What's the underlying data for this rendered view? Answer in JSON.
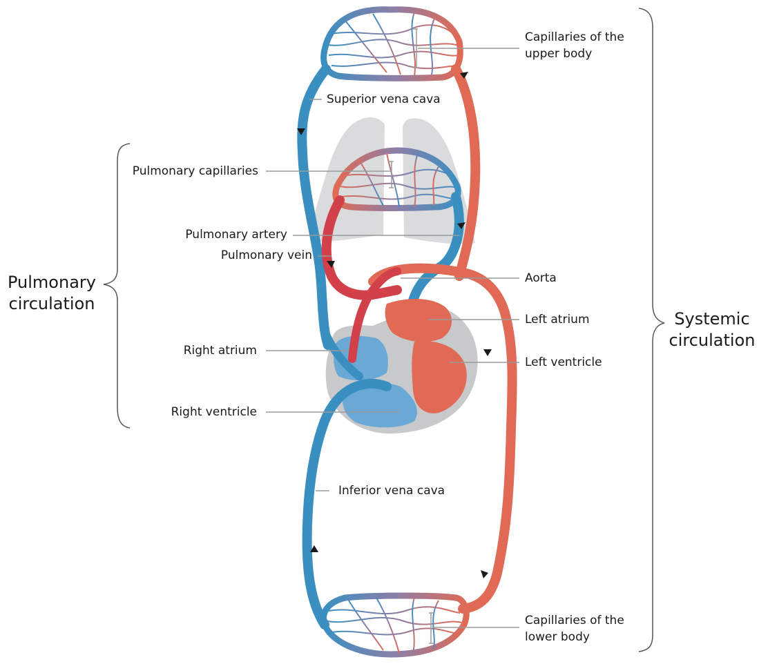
{
  "labels": {
    "capillaries_upper": [
      "Capillaries of the",
      "upper body"
    ],
    "superior_vena_cava": "Superior vena cava",
    "pulmonary_capillaries": "Pulmonary capillaries",
    "pulmonary_artery": "Pulmonary artery",
    "pulmonary_vein": "Pulmonary vein",
    "aorta": "Aorta",
    "left_atrium": "Left atrium",
    "right_atrium": "Right atrium",
    "left_ventricle": "Left ventricle",
    "right_ventricle": "Right ventricle",
    "inferior_vena_cava": "Inferior vena cava",
    "capillaries_lower": [
      "Capillaries of the",
      "lower body"
    ]
  },
  "groups": {
    "pulmonary_circulation": [
      "Pulmonary",
      "circulation"
    ],
    "systemic_circulation": [
      "Systemic",
      "circulation"
    ]
  },
  "colors": {
    "oxygenated": "#e06a55",
    "oxygenated_dark": "#d2404a",
    "deoxygenated": "#3a8fc1",
    "deoxygenated_light": "#6aa9d6",
    "lungs": "#d9dbdd",
    "heart_outline": "#c7c9cb",
    "leader_line": "#9a9a9a",
    "arrow": "#1a1a1a"
  }
}
